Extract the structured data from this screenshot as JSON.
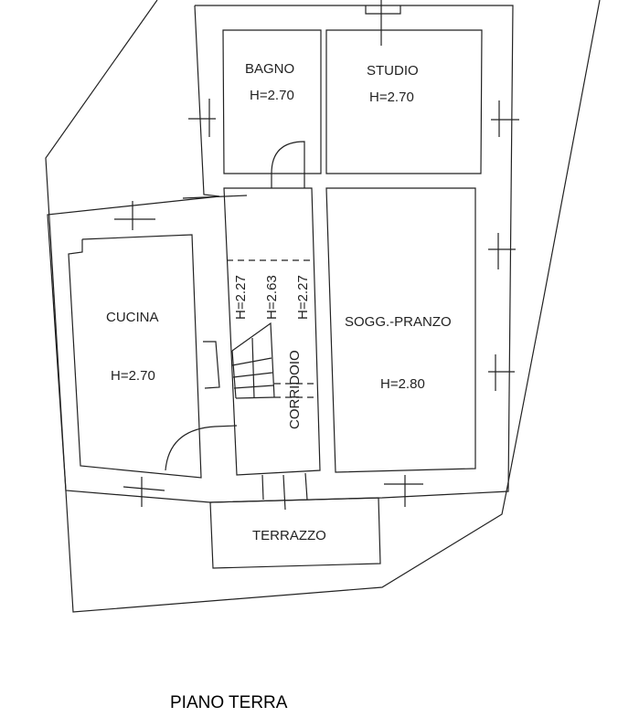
{
  "plan_title": "PIANO TERRA",
  "rooms": {
    "bagno": {
      "name": "BAGNO",
      "height": "H=2.70"
    },
    "studio": {
      "name": "STUDIO",
      "height": "H=2.70"
    },
    "cucina": {
      "name": "CUCINA",
      "height": "H=2.70"
    },
    "soggiorno": {
      "name": "SOGG.-PRANZO",
      "height": "H=2.80"
    },
    "corridoio": {
      "name": "CORRIDOIO",
      "heights": [
        "H=2.27",
        "H=2.63",
        "H=2.27"
      ]
    },
    "terrazzo": {
      "name": "TERRAZZO"
    }
  }
}
